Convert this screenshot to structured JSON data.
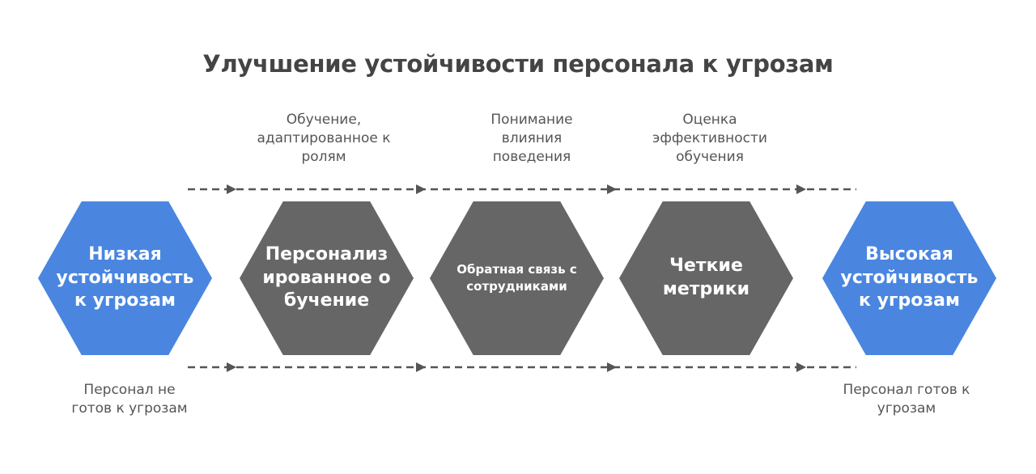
{
  "title": "Улучшение устойчивости персонала к угрозам",
  "colors": {
    "blue": "#4a86e0",
    "gray": "#666666",
    "text": "#444444",
    "connector": "#555555"
  },
  "nodes": [
    {
      "label": "Низкая устойчивость к угрозам",
      "color": "blue"
    },
    {
      "label": "Персонализированное обучение",
      "color": "gray"
    },
    {
      "label": "Обратная связь с сотрудниками",
      "color": "gray"
    },
    {
      "label": "Четкие метрики",
      "color": "gray"
    },
    {
      "label": "Высокая устойчивость к угрозам",
      "color": "blue"
    }
  ],
  "top_captions": [
    "Обучение, адаптированное к ролям",
    "Понимание влияния поведения",
    "Оценка эффективности обучения"
  ],
  "bottom_captions": [
    "Персонал не готов к угрозам",
    "Персонал готов к угрозам"
  ]
}
